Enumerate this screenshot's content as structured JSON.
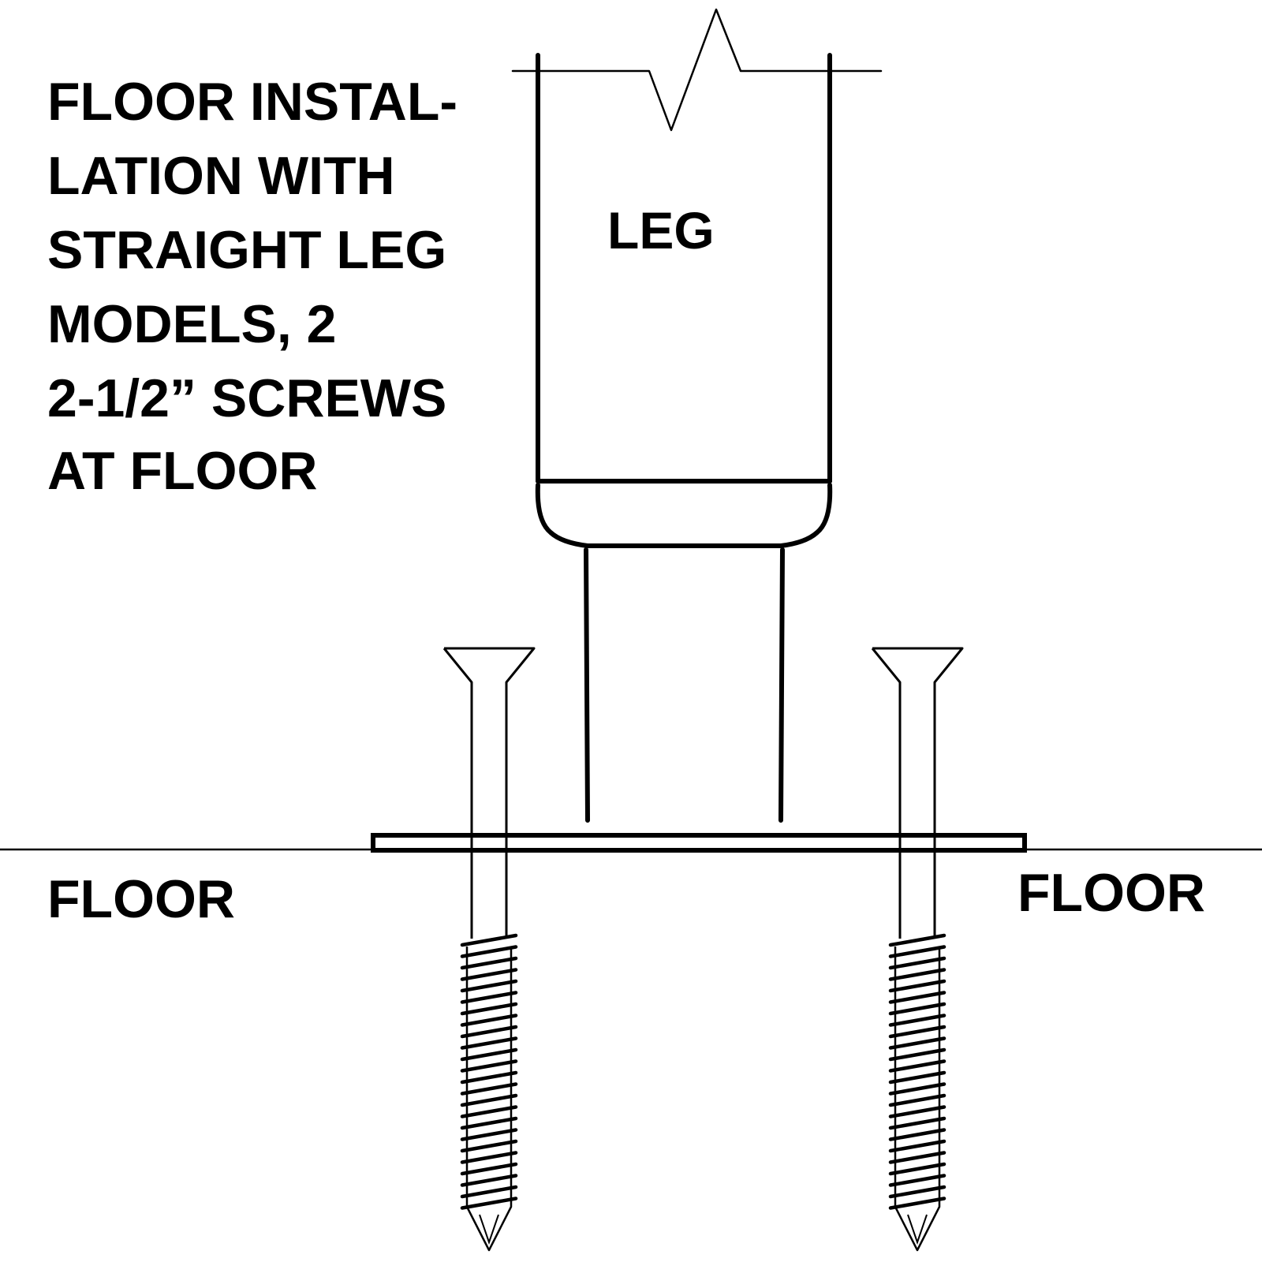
{
  "colors": {
    "ink": "#000000",
    "background": "#ffffff"
  },
  "note": {
    "lines": [
      "FLOOR INSTAL-",
      "LATION WITH",
      "STRAIGHT LEG",
      "MODELS, 2",
      "2-1/2” SCREWS",
      "AT FLOOR"
    ]
  },
  "labels": {
    "leg": "LEG",
    "floor_left": "FLOOR",
    "floor_right": "FLOOR"
  }
}
